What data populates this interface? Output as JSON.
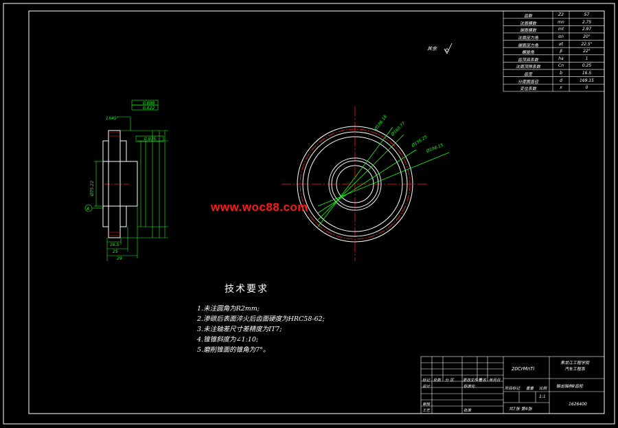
{
  "drawing": {
    "watermark": "www.woc88.com",
    "roughness_note": "其余",
    "tech_req": {
      "title": "技术要求",
      "items": [
        "1.未注圆角为R2mm;",
        "2.渗碳后表面淬火后齿面硬度为HRC58-62;",
        "3.未注轴差尺寸差精度为IT7;",
        "4.锥锥斜度为∠1:10;",
        "5.磨削锥面的锥角为7°。"
      ]
    },
    "param_table": {
      "rows": [
        [
          "齿数",
          "Z2",
          "57"
        ],
        [
          "法面模数",
          "mn",
          "2.75"
        ],
        [
          "端面模数",
          "mt",
          "2.97"
        ],
        [
          "法面压力角",
          "αn",
          "20°"
        ],
        [
          "端面压力角",
          "αt",
          "22.5°"
        ],
        [
          "螺旋角",
          "β",
          "22°"
        ],
        [
          "齿顶高系数",
          "ha",
          "1"
        ],
        [
          "法面顶隙系数",
          "Cn",
          "0.25"
        ],
        [
          "齿宽",
          "b",
          "16.5"
        ],
        [
          "分度圆直径",
          "d",
          "169.15"
        ],
        [
          "变位系数",
          "x",
          "0"
        ]
      ]
    },
    "title_block": {
      "material": "20CrMnTi",
      "school": "黑龙江工程学院",
      "dept": "汽车工程系",
      "part_name": "输出轴档Ⅱ齿轮",
      "drawing_no": "1626400",
      "scale": "1:1",
      "sheets": "共7张 第4张",
      "labels": {
        "mark": "标记",
        "count": "处数",
        "zone": "分 区",
        "change_doc": "更改文件号",
        "sign": "签名",
        "date": "年月日",
        "design": "设计",
        "standardize": "标准化",
        "stage_mark": "阶段标记",
        "weight": "重量",
        "ratio": "比例",
        "review": "审核",
        "process": "工艺",
        "approve": "批准"
      }
    },
    "dimensions": {
      "d1": "Ø186.18",
      "d2": "Ø160.77",
      "d3": "Ø156.25",
      "d4": "Ø186.15",
      "chamfer": "1X45°",
      "width1": "16.5",
      "width2": "25",
      "width3": "29",
      "tol1": "0.008",
      "tol2": "0.022",
      "tol3": "0.035",
      "datum": "A",
      "bore": "Ø75.22"
    }
  }
}
